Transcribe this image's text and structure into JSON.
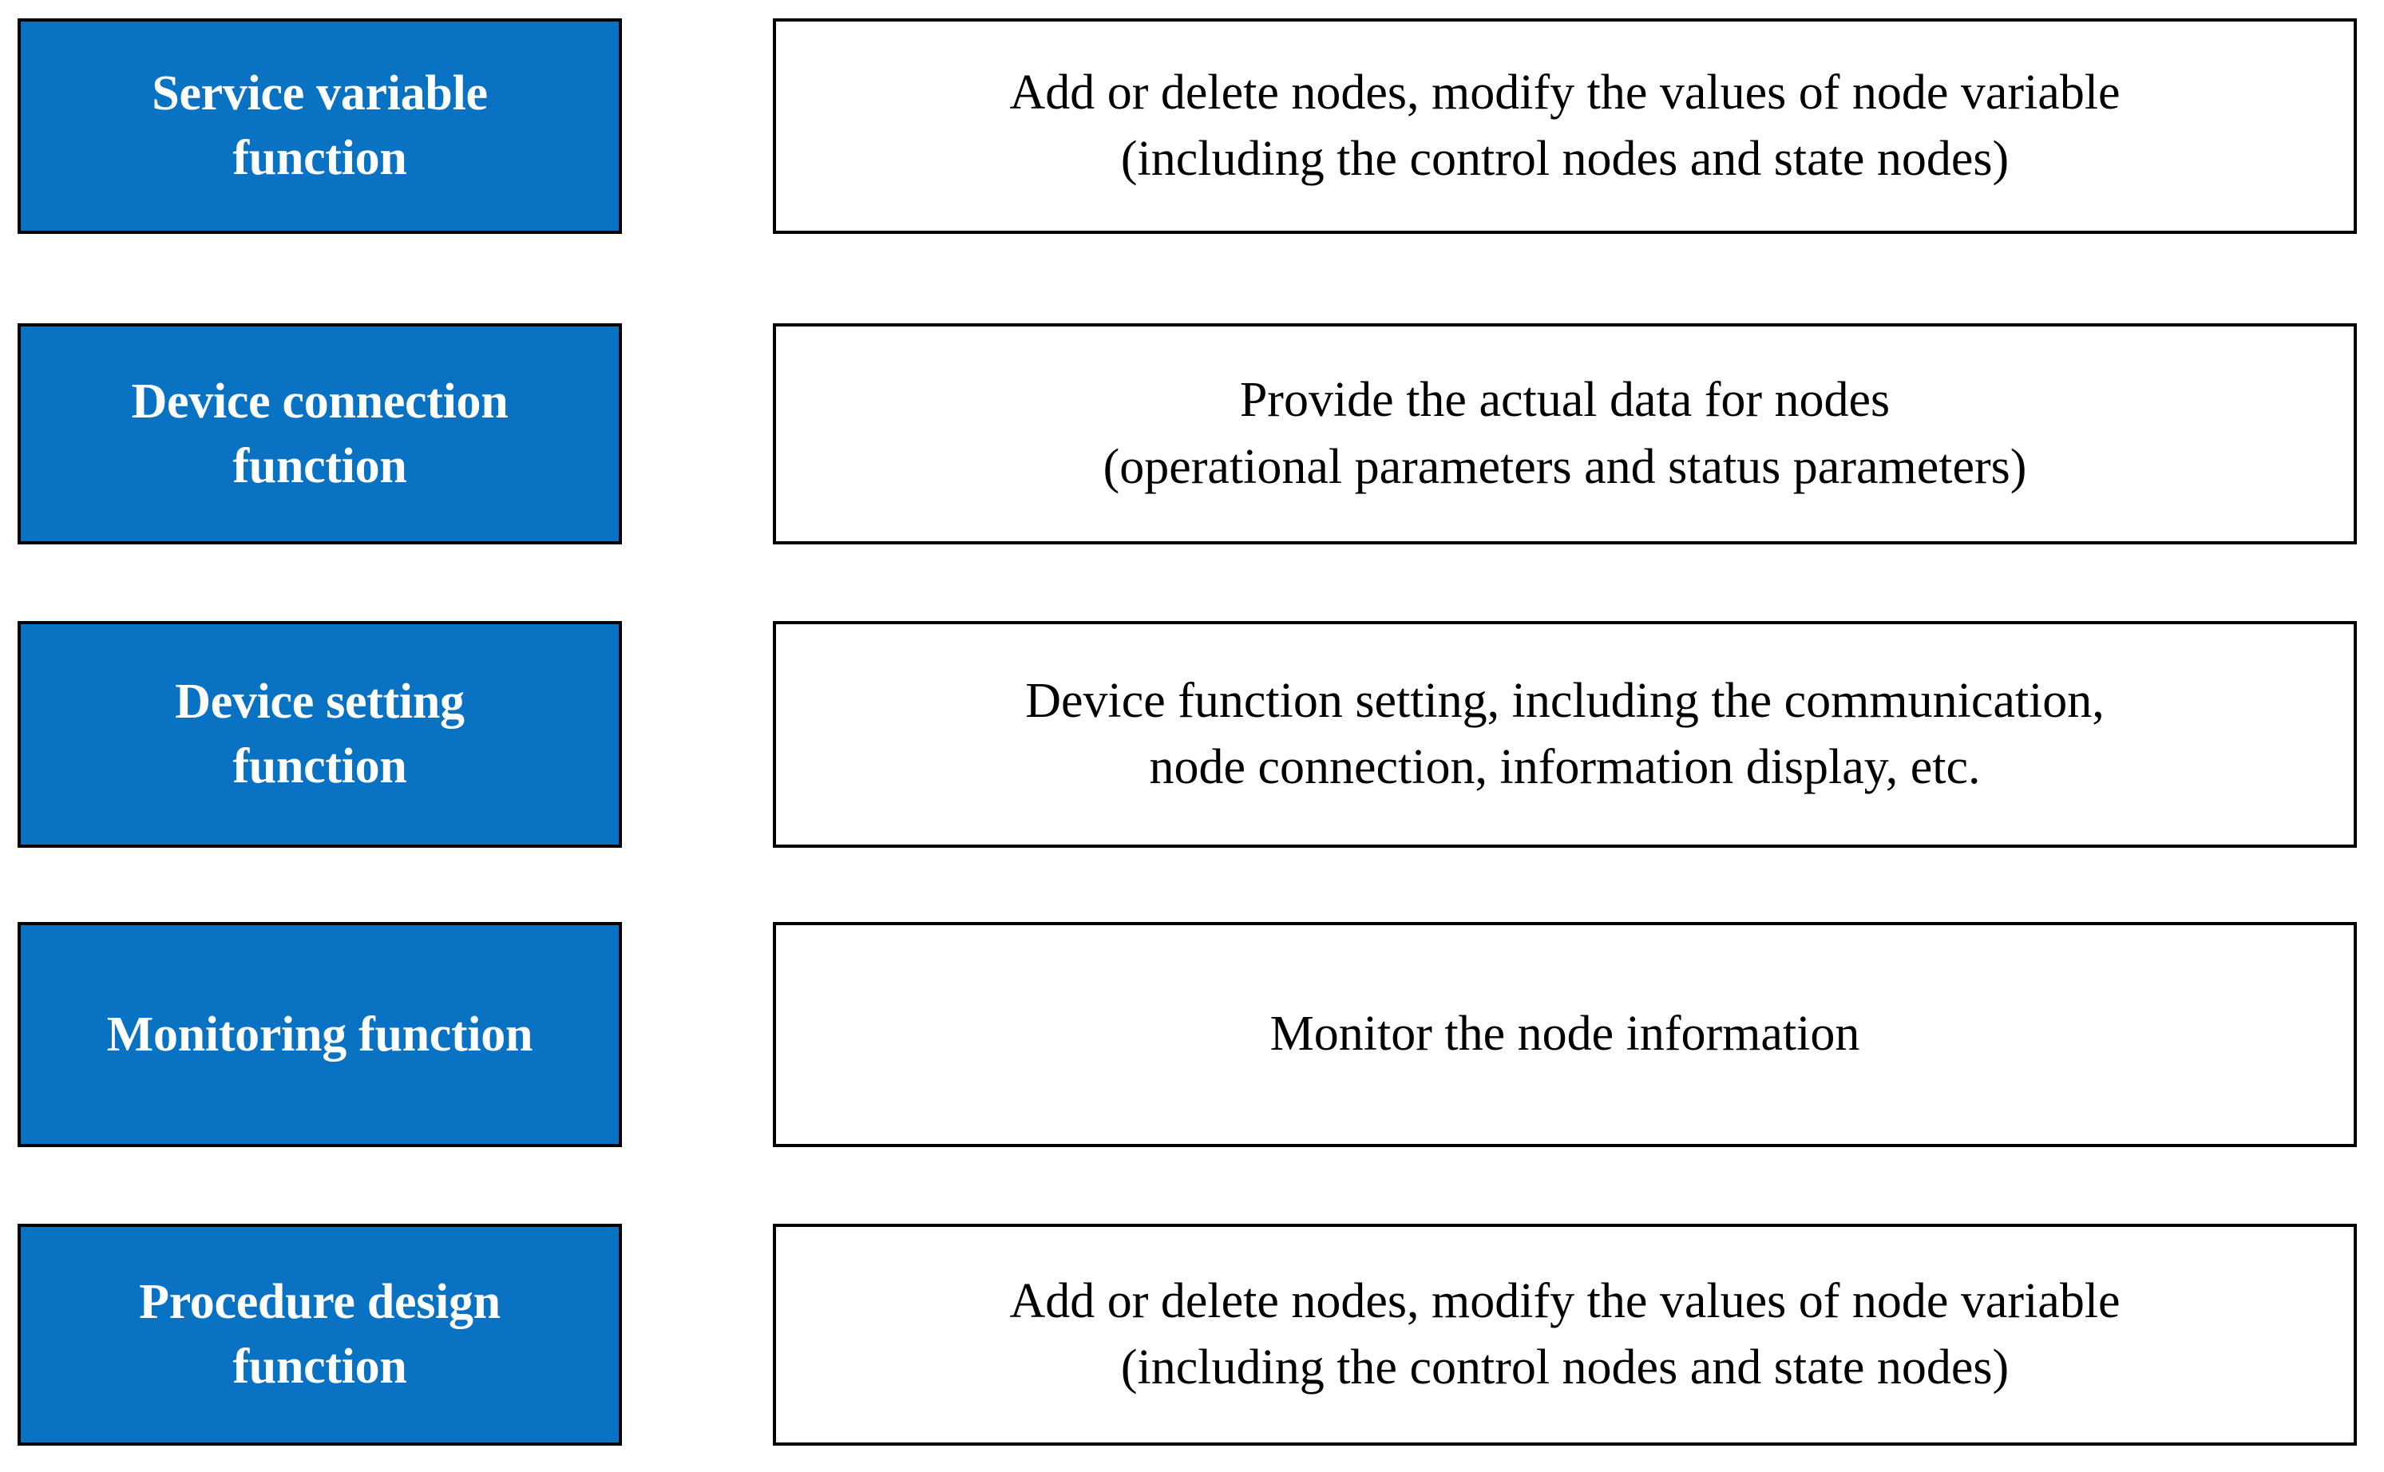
{
  "diagram": {
    "type": "two-column-function-table",
    "colors": {
      "label_fill": "#0A72C2",
      "label_text": "#FFFFFF",
      "desc_fill": "#FFFFFF",
      "desc_text": "#000000",
      "border": "#000000",
      "page_background": "#FFFFFF"
    },
    "rows": [
      {
        "label": "Service variable\nfunction",
        "description": "Add or delete nodes, modify the values of node variable\n(including the control nodes and state nodes)"
      },
      {
        "label": "Device connection\nfunction",
        "description": "Provide the actual data for nodes\n(operational parameters and status parameters)"
      },
      {
        "label": "Device setting\nfunction",
        "description": "Device function setting, including the communication,\nnode connection, information display, etc."
      },
      {
        "label": "Monitoring function",
        "description": "Monitor the node information"
      },
      {
        "label": "Procedure design\nfunction",
        "description": "Add or delete nodes, modify the values of node variable\n(including the control nodes and state nodes)"
      }
    ]
  }
}
